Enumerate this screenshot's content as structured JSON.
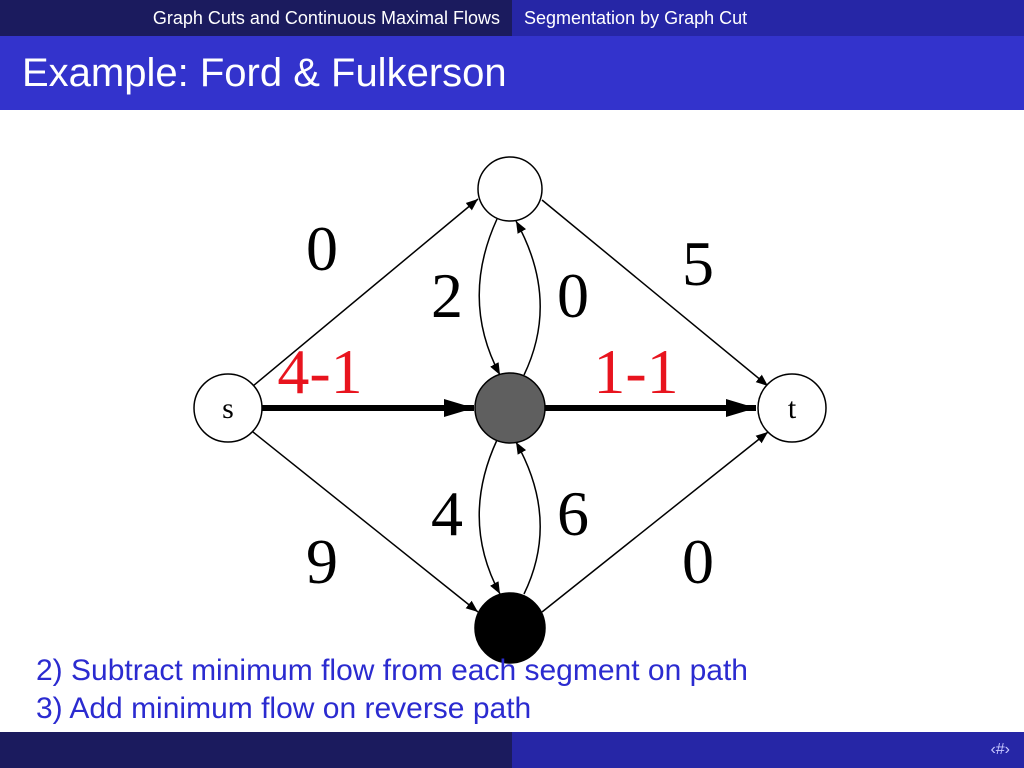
{
  "header": {
    "left_section": "Graph Cuts and Continuous Maximal Flows",
    "right_section": "Segmentation by Graph Cut"
  },
  "slide": {
    "title": "Example: Ford & Fulkerson"
  },
  "graph": {
    "nodes": {
      "source": {
        "label": "s",
        "fill": "#ffffff"
      },
      "top": {
        "label": "",
        "fill": "#ffffff"
      },
      "center": {
        "label": "",
        "fill": "#5f5f5f"
      },
      "bottom": {
        "label": "",
        "fill": "#000000"
      },
      "sink": {
        "label": "t",
        "fill": "#ffffff"
      }
    },
    "edges": {
      "s_top": "0",
      "top_t": "5",
      "s_bottom": "9",
      "bottom_t": "0",
      "top_center": "2",
      "center_top": "0",
      "bottom_center": "4",
      "center_bottom": "6",
      "s_center": "4-1",
      "center_t": "1-1"
    },
    "highlight_color": "#e8141e"
  },
  "notes": [
    "2) Subtract minimum flow from each segment on path",
    "3) Add minimum flow on reverse path"
  ],
  "footer": {
    "page_number": "‹#›"
  }
}
